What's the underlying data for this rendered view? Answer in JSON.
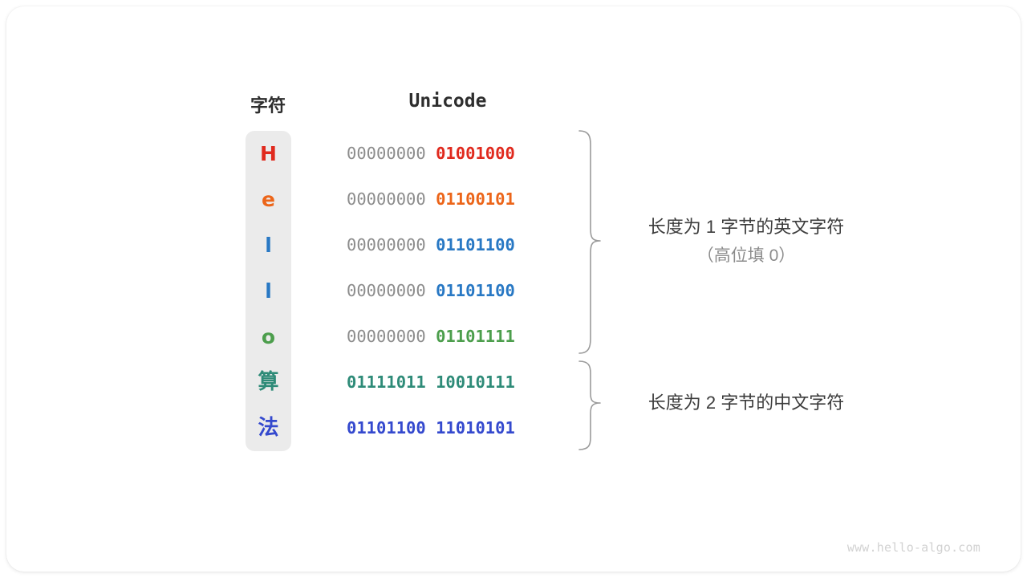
{
  "figure": {
    "watermark": "www.hello-algo.com",
    "headers": {
      "char": "字符",
      "unicode": "Unicode"
    },
    "colors": {
      "red": "#e02a1e",
      "orange": "#ec6519",
      "blue": "#2878c4",
      "green": "#4c9e4c",
      "teal": "#2e8b78",
      "indigo": "#3449ce",
      "gray_bits": "#8c8c8c",
      "panel_bg": "#ebebeb",
      "brace": "#9a9a9a",
      "text_dark": "#3c3c3c",
      "text_muted": "#8c8c8c"
    },
    "rows": [
      {
        "char": "H",
        "high_byte": "00000000",
        "low_byte": "01001000",
        "color": "#e02a1e",
        "cjk": false
      },
      {
        "char": "e",
        "high_byte": "00000000",
        "low_byte": "01100101",
        "color": "#ec6519",
        "cjk": false
      },
      {
        "char": "l",
        "high_byte": "00000000",
        "low_byte": "01101100",
        "color": "#2878c4",
        "cjk": false
      },
      {
        "char": "l",
        "high_byte": "00000000",
        "low_byte": "01101100",
        "color": "#2878c4",
        "cjk": false
      },
      {
        "char": "o",
        "high_byte": "00000000",
        "low_byte": "01101111",
        "color": "#4c9e4c",
        "cjk": false
      },
      {
        "char": "算",
        "high_byte": "01111011",
        "low_byte": "10010111",
        "color": "#2e8b78",
        "cjk": true
      },
      {
        "char": "法",
        "high_byte": "01101100",
        "low_byte": "11010101",
        "color": "#3449ce",
        "cjk": true
      }
    ],
    "annotations": [
      {
        "main": "长度为 1 字节的英文字符",
        "sub": "（高位填 0）",
        "covers_rows": [
          0,
          4
        ]
      },
      {
        "main": "长度为 2 字节的中文字符",
        "sub": "",
        "covers_rows": [
          5,
          6
        ]
      }
    ]
  }
}
